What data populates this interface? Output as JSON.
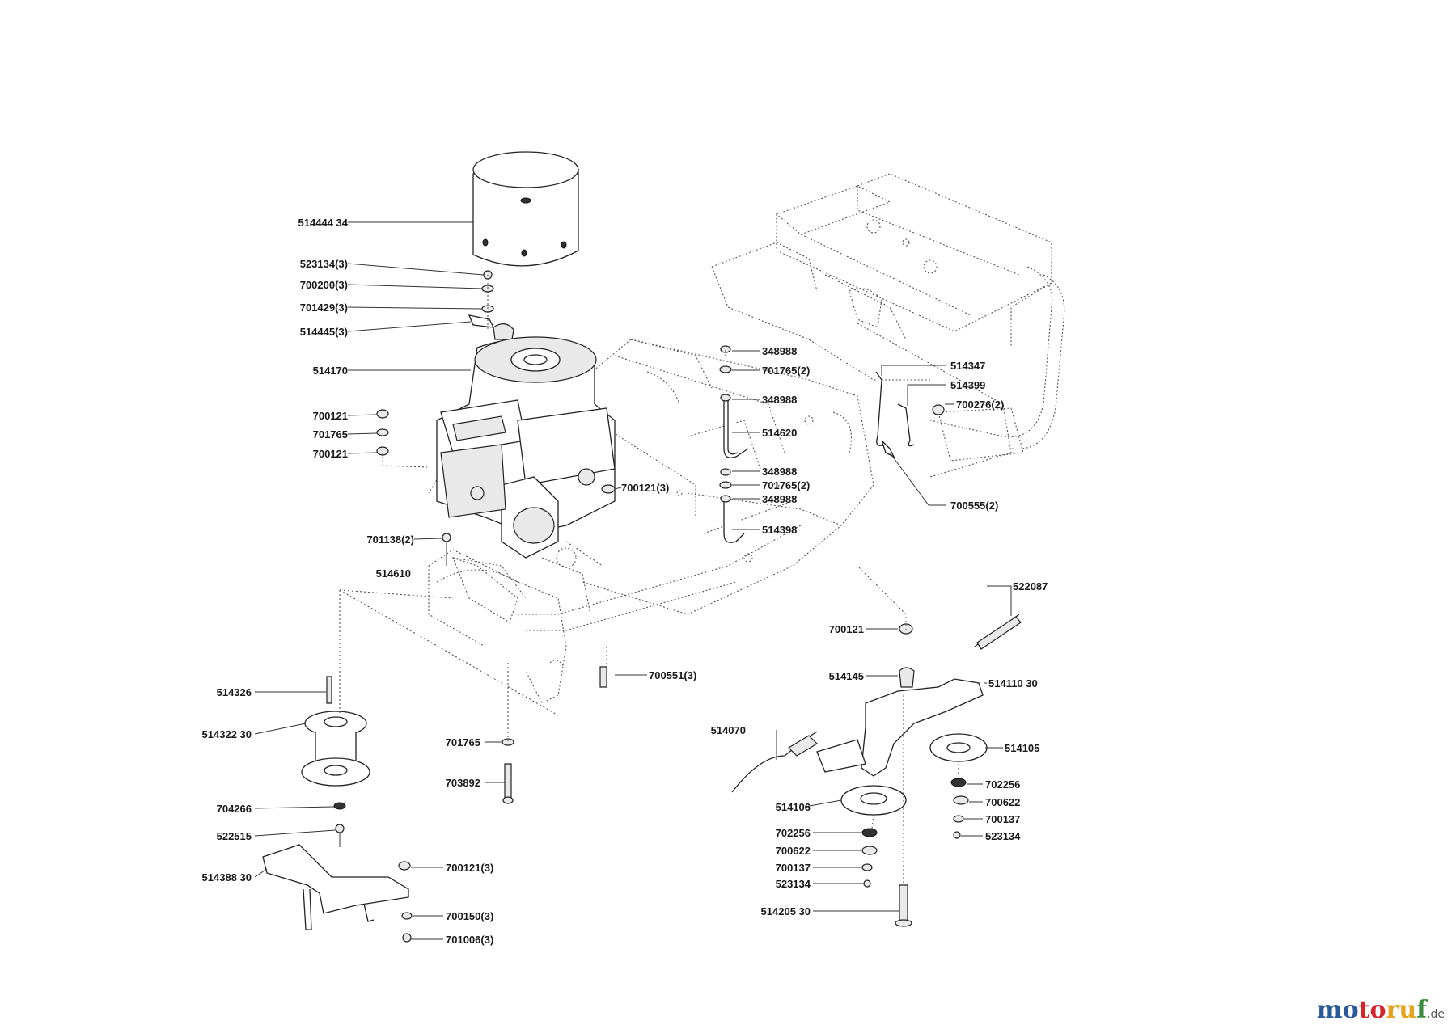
{
  "labels": [
    "514444 34",
    "523134(3)",
    "700200(3)",
    "701429(3)",
    "514445(3)",
    "514170",
    "700121",
    "701765",
    "700121",
    "701138(2)",
    "514610",
    "700121(3)",
    "348988",
    "701765(2)",
    "348988",
    "514620",
    "348988",
    "701765(2)",
    "348988",
    "514398",
    "514347",
    "514399",
    "700276(2)",
    "700555(2)",
    "522087",
    "700121",
    "514145",
    "514110 30",
    "514070",
    "514105",
    "702256",
    "700622",
    "700137",
    "523134",
    "514106",
    "702256",
    "700622",
    "700137",
    "523134",
    "514205 30",
    "700551(3)",
    "701765",
    "703892",
    "514326",
    "514322 30",
    "704266",
    "522515",
    "514388 30",
    "700121(3)",
    "700150(3)",
    "701006(3)"
  ],
  "brand": {
    "part1": "mo",
    "part2": "to",
    "part3": "ru",
    "part4": "f",
    "tld": ".de"
  }
}
